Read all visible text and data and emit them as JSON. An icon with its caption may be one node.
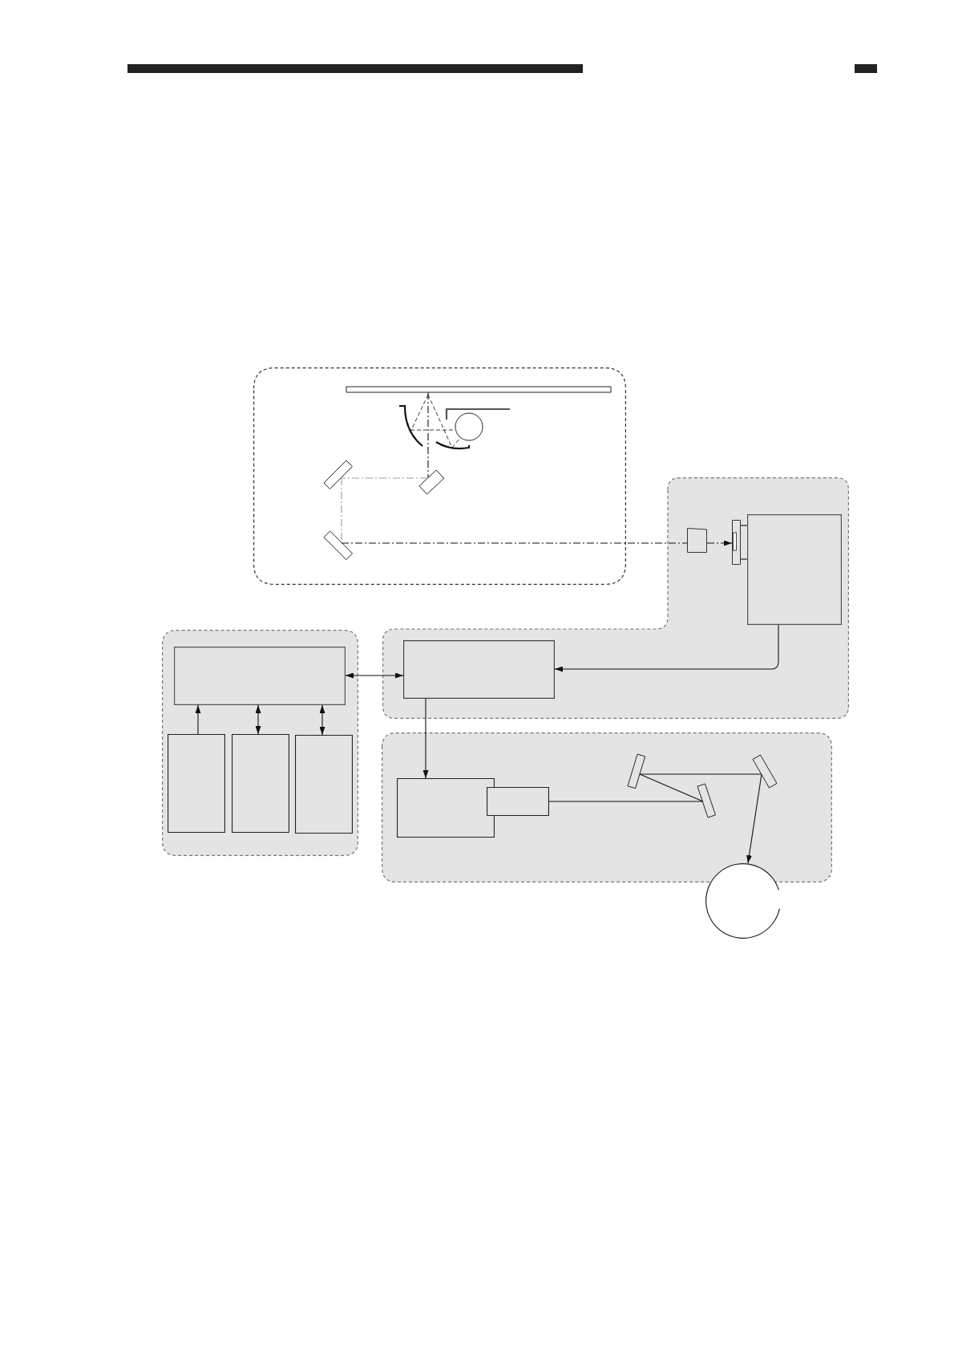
{
  "diagram": {
    "nodes": [
      {
        "text": [],
        "shape": "box"
      },
      {
        "text": [],
        "shape": "bar",
        "in": 0
      },
      {
        "text": [],
        "shape": "bar",
        "in": 0
      },
      {
        "text": [],
        "shape": "bar",
        "in": 0
      },
      {
        "text": [],
        "shape": "bar",
        "in": 0
      },
      {
        "text": [],
        "shape": "box"
      },
      {
        "text": [],
        "shape": "box",
        "in": 5
      },
      {
        "text": [],
        "shape": "box",
        "in": 5
      },
      {
        "text": [],
        "shape": "box",
        "in": 5
      },
      {
        "text": [],
        "shape": "box",
        "in": 5
      },
      {
        "text": [],
        "shape": "box"
      },
      {
        "text": [],
        "shape": "box",
        "in": 10
      },
      {
        "text": [],
        "shape": "box",
        "in": 10
      },
      {
        "text": [],
        "shape": "box",
        "in": 10
      },
      {
        "text": [],
        "shape": "box",
        "in": 10
      },
      {
        "text": [],
        "shape": "box"
      },
      {
        "text": [],
        "shape": "box",
        "in": 15
      },
      {
        "text": [],
        "shape": "box",
        "in": 15
      },
      {
        "text": [],
        "shape": "bar",
        "in": 15
      },
      {
        "text": [],
        "shape": "bar",
        "in": 15
      },
      {
        "text": [],
        "shape": "bar",
        "in": 15
      },
      {
        "text": [],
        "shape": "circle"
      }
    ],
    "edges": [
      {
        "from": 1,
        "to": 2,
        "arrow": "none",
        "style": "dashed"
      },
      {
        "from": 2,
        "to": 3,
        "arrow": "none",
        "style": "dashed",
        "color": "#999999"
      },
      {
        "from": 3,
        "to": 4,
        "arrow": "none",
        "style": "dashed",
        "color": "#999999"
      },
      {
        "from": 4,
        "to": 6,
        "arrow": "none",
        "style": "dashed"
      },
      {
        "from": 6,
        "to": 7,
        "arrow": "to",
        "style": "dashed"
      },
      {
        "from": 7,
        "to": 8,
        "arrow": "none"
      },
      {
        "from": 7,
        "to": 8,
        "arrow": "none"
      },
      {
        "from": 8,
        "to": 9,
        "arrow": "to"
      },
      {
        "from": 12,
        "to": 11,
        "arrow": "to"
      },
      {
        "from": 13,
        "to": 11,
        "arrow": "both"
      },
      {
        "from": 14,
        "to": 11,
        "arrow": "both"
      },
      {
        "from": 11,
        "to": 9,
        "arrow": "both"
      },
      {
        "from": 9,
        "to": 16,
        "arrow": "to"
      },
      {
        "from": 17,
        "to": 19,
        "arrow": "none"
      },
      {
        "from": 19,
        "to": 18,
        "arrow": "none"
      },
      {
        "from": 18,
        "to": 20,
        "arrow": "none"
      },
      {
        "from": 20,
        "to": 21,
        "arrow": "to"
      }
    ]
  }
}
